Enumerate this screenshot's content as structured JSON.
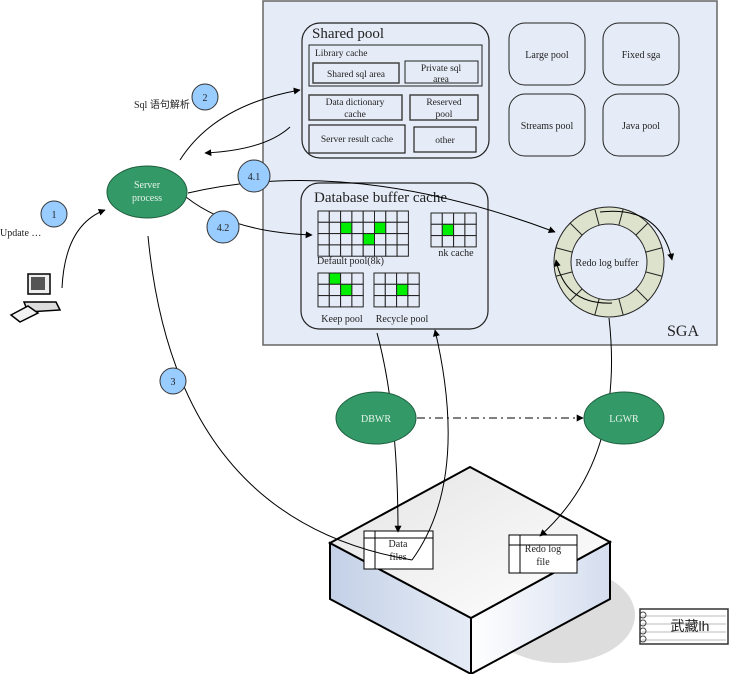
{
  "colors": {
    "sga_bg": "#e6ecf7",
    "process_green": "#339966",
    "step_blue": "#99ccff",
    "buffer_ring": "#dde2cc",
    "block_green": "#00ee00"
  },
  "sga": {
    "label": "SGA",
    "shared_pool": {
      "title": "Shared pool",
      "library_cache": {
        "label": "Library cache",
        "shared_sql_area": "Shared sql area",
        "private_sql_area": [
          "Private sql",
          "area"
        ]
      },
      "data_dictionary_cache": [
        "Data dictionary",
        "cache"
      ],
      "reserved_pool": [
        "Reserved",
        "pool"
      ],
      "server_result_cache": "Server result cache",
      "other": "other"
    },
    "pools": {
      "large_pool": "Large pool",
      "fixed_sga": "Fixed sga",
      "streams_pool": "Streams pool",
      "java_pool": "Java pool"
    },
    "buffer_cache": {
      "title": "Database buffer cache",
      "default_pool": "Default pool(8k)",
      "nk_cache": "nk cache",
      "keep_pool": "Keep pool",
      "recycle_pool": "Recycle pool"
    },
    "redo_log_buffer": "Redo log buffer"
  },
  "processes": {
    "server_process": [
      "Server",
      "process"
    ],
    "dbwr": "DBWR",
    "lgwr": "LGWR"
  },
  "steps": {
    "s1": "1",
    "s2": "2",
    "s3": "3",
    "s41": "4.1",
    "s42": "4.2"
  },
  "labels": {
    "update": "Update …",
    "sql_parse": "Sql 语句解析"
  },
  "disk": {
    "data_files": [
      "Data",
      "files"
    ],
    "redo_log_file": [
      "Redo log",
      "file"
    ]
  },
  "watermark": "武藏lh"
}
